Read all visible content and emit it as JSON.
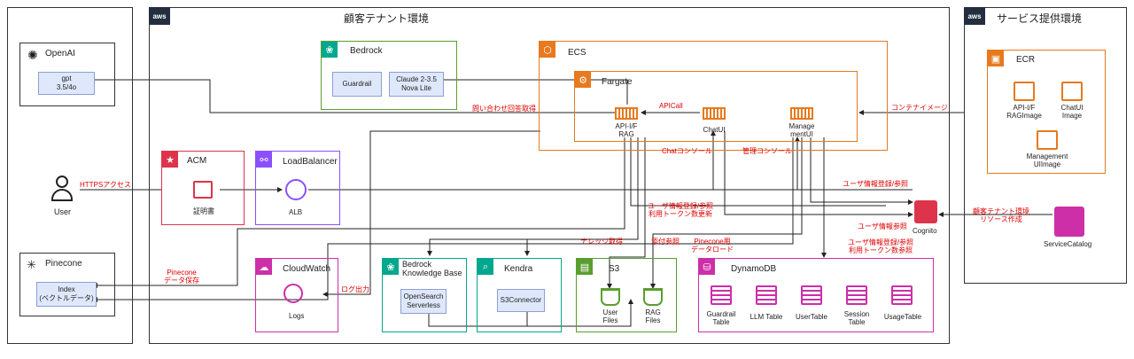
{
  "openai": {
    "title": "OpenAI",
    "model": "gpt\n3.5/4o"
  },
  "pinecone": {
    "title": "Pinecone",
    "index": "Index\n(ベクトルデータ)"
  },
  "user": {
    "label": "User"
  },
  "customer_env": {
    "title": "顧客テナント環境",
    "aws": "aws"
  },
  "service_env": {
    "title": "サービス提供環境",
    "aws": "aws"
  },
  "bedrock": {
    "title": "Bedrock",
    "guardrail": "Guardrail",
    "claude": "Claude 2-3.5\nNova Lite"
  },
  "ecs": {
    "title": "ECS"
  },
  "fargate": {
    "title": "Fargate",
    "api": "API-I/F\nRAG",
    "chat": "ChatUI",
    "mgmt": "Manage\nmentUI"
  },
  "ecr": {
    "title": "ECR",
    "img1": "API-I/F\nRAGImage",
    "img2": "ChatUI\nImage",
    "img3": "Management\nUIImage"
  },
  "acm": {
    "title": "ACM",
    "cert": "証明書"
  },
  "lb": {
    "title": "LoadBalancer",
    "alb": "ALB"
  },
  "cloudwatch": {
    "title": "CloudWatch",
    "logs": "Logs"
  },
  "bedrock_kb": {
    "title": "Bedrock\nKnowledge Base",
    "oss": "OpenSearch\nServerless"
  },
  "kendra": {
    "title": "Kendra",
    "s3c": "S3Connector"
  },
  "s3": {
    "title": "S3",
    "user_files": "User\nFiles",
    "rag_files": "RAG\nFiles"
  },
  "dynamodb": {
    "title": "DynamoDB",
    "tables": [
      "Guardrail\nTable",
      "LLM Table",
      "UserTable",
      "Session\nTable",
      "UsageTable"
    ]
  },
  "cognito": {
    "label": "Cognito"
  },
  "service_catalog": {
    "label": "ServiceCatalog"
  },
  "edges": {
    "inquiry": "問い合わせ回答取得",
    "apicall": "APICall",
    "container_image": "コンテナイメージ",
    "https": "HTTPSアクセス",
    "chat_console": "Chatコンソール",
    "admin_console": "管理コンソール",
    "user_reg1": "ユーザ情報登録/参照",
    "user_reg_token": "ユーザ情報登録/参照\n利用トークン数更新",
    "user_ref": "ユーザ情報参照",
    "tenant_env": "顧客テナント環境\nリソース作成",
    "knowledge": "ナレッジ取得",
    "attach": "添付参照",
    "pinecone_load": "Pinecone用\nデータロード",
    "user_reg_token2": "ユーザ情報登録/参照\n利用トークン数参照",
    "pinecone_save": "Pinecone\nデータ保存",
    "log_out": "ログ出力"
  },
  "colors": {
    "orange": "#e8791d",
    "green": "#5a9e2f",
    "pink": "#cc2fa8",
    "red": "#dd344c",
    "purple": "#8c4fff",
    "teal": "#01a88d"
  }
}
